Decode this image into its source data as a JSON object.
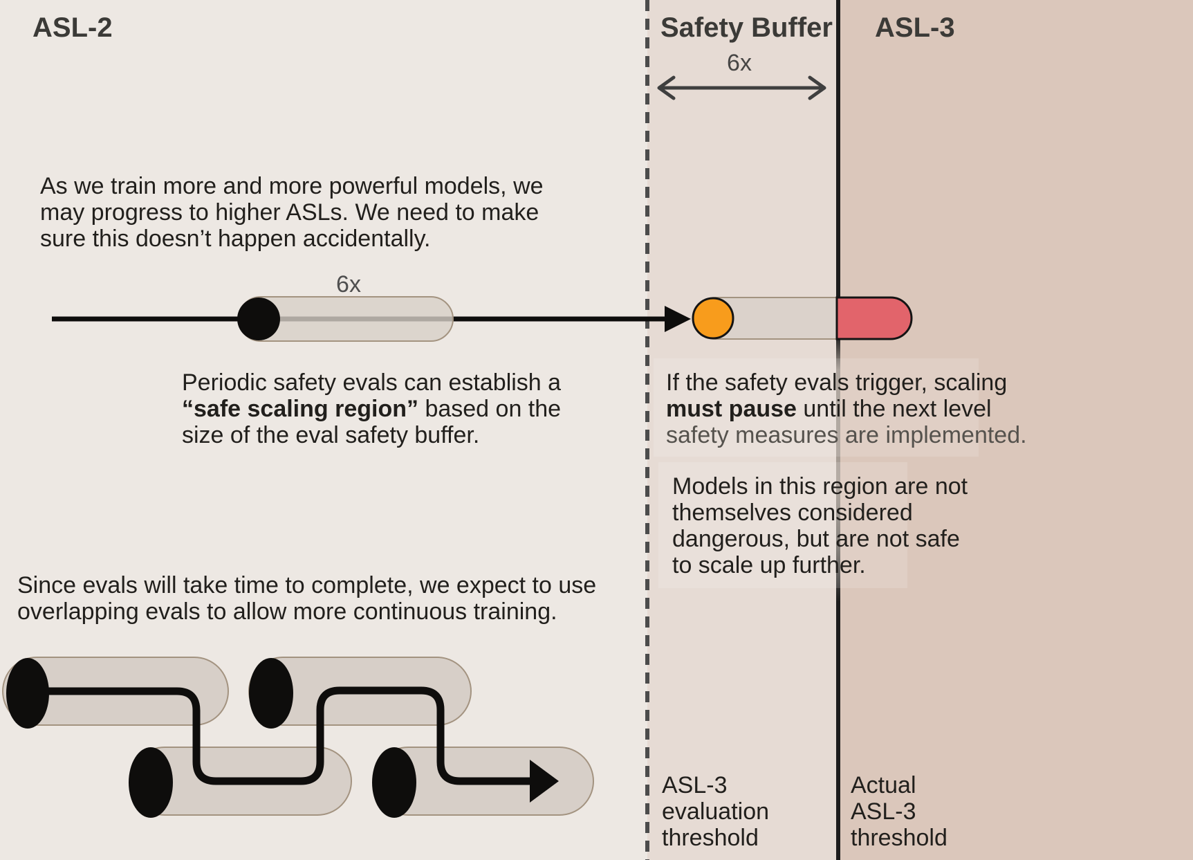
{
  "regions": {
    "asl2": {
      "title": "ASL-2"
    },
    "buffer": {
      "title": "Safety Buffer",
      "scale_label": "6x"
    },
    "asl3": {
      "title": "ASL-3"
    }
  },
  "paragraphs": {
    "intro": "As we train more and more powerful models, we\nmay progress to higher ASLs. We need to make\nsure this doesn’t happen accidentally.",
    "periodic": {
      "part1": "Periodic safety evals can establish a\n",
      "bold": "“safe scaling region”",
      "part2": " based on the\nsize of the eval safety buffer."
    },
    "trigger": {
      "part1": "If the safety evals trigger, scaling\n",
      "bold": "must pause",
      "part2": " until the next level\n",
      "part3": "safety measures are implemented."
    },
    "models": "Models in this region are not\nthemselves considered\ndangerous, but are not safe\nto scale up further.",
    "overlap": "Since evals will take time to complete, we expect to use\noverlapping evals to allow more continuous training."
  },
  "labels": {
    "pill_scale": "6x",
    "eval_threshold": "ASL-3\nevaluation\nthreshold",
    "actual_threshold": "Actual\nASL-3\nthreshold"
  },
  "colors": {
    "asl2_bg": "#EDE8E3",
    "buffer_bg": "#E6DBD4",
    "asl3_bg": "#DBC7BB",
    "orange_marker": "#F89C1C",
    "red_zone": "#E2646B",
    "pill_fill": "#D7CFC8",
    "pill_border": "#A39380",
    "path_black": "#0E0D0C"
  }
}
